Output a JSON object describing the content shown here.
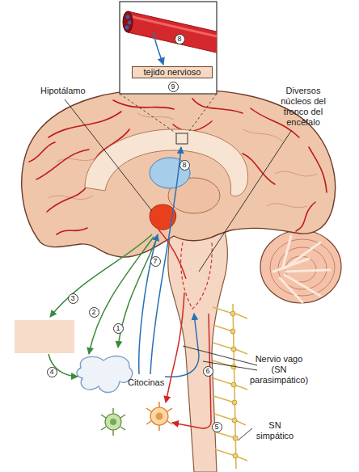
{
  "diagram": {
    "nodes": [
      {
        "text": [
          "tejido nervioso"
        ]
      }
    ],
    "labels": [
      "8",
      "9",
      "Hipotálamo",
      "Diversos núcleos del tronco del encéfalo",
      "8",
      "7",
      "3",
      "2",
      "1",
      "4",
      "Citocinas",
      "6",
      "Nervio vago (SN parasimpático)",
      "5",
      "SN simpático"
    ]
  }
}
